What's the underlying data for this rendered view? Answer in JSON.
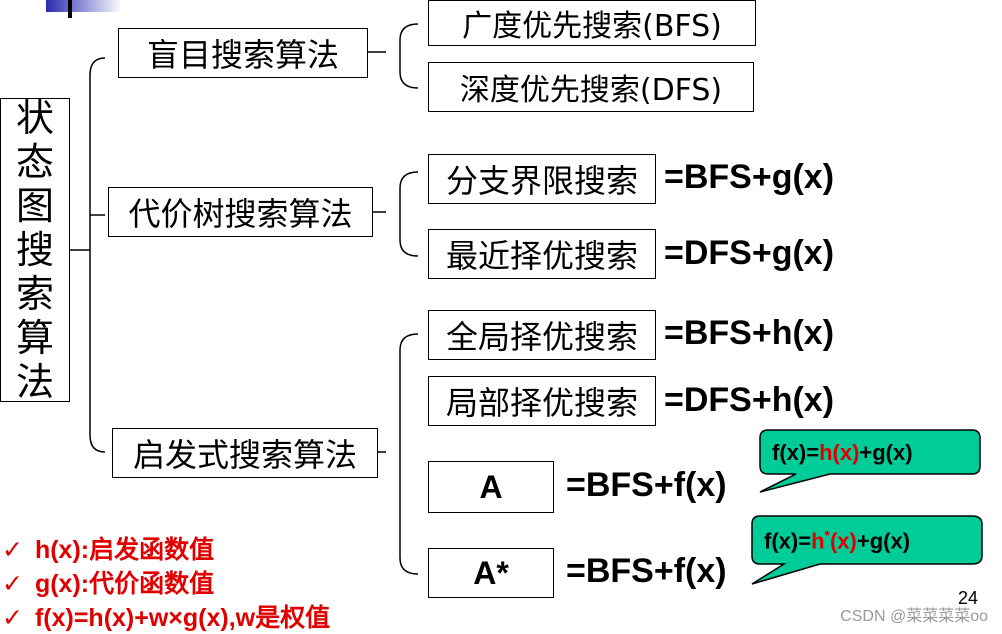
{
  "root": {
    "label": "状态图搜索算法"
  },
  "categories": [
    {
      "label": "盲目搜索算法",
      "methods": [
        {
          "label": "广度优先搜索(BFS)"
        },
        {
          "label": "深度优先搜索(DFS)"
        }
      ]
    },
    {
      "label": "代价树搜索算法",
      "methods": [
        {
          "label": "分支界限搜索",
          "formula": "=BFS+g(x)"
        },
        {
          "label": "最近择优搜索",
          "formula": "=DFS+g(x)"
        }
      ]
    },
    {
      "label": "启发式搜索算法",
      "methods": [
        {
          "label": "全局择优搜索",
          "formula": "=BFS+h(x)"
        },
        {
          "label": "局部择优搜索",
          "formula": "=DFS+h(x)"
        },
        {
          "label": "A",
          "formula": "=BFS+f(x)"
        },
        {
          "label": "A*",
          "formula": "=BFS+f(x)"
        }
      ]
    }
  ],
  "callouts": [
    {
      "pre": "f(x)=",
      "red": "h(x)",
      "post": "+g(x)"
    },
    {
      "pre": "f(x)=",
      "red_a": "h",
      "sup": "*",
      "red_b": "(x)",
      "post": "+g(x)"
    }
  ],
  "legend": [
    {
      "check": "✓",
      "text": "h(x):启发函数值"
    },
    {
      "check": "✓",
      "text": "g(x):代价函数值"
    },
    {
      "check": "✓",
      "text": "f(x)=h(x)+w×g(x),w是权值"
    }
  ],
  "page_number": "24",
  "watermark": "CSDN @菜菜菜菜oo",
  "colors": {
    "callout_fill": "#00cc99",
    "highlight": "#e00000"
  }
}
